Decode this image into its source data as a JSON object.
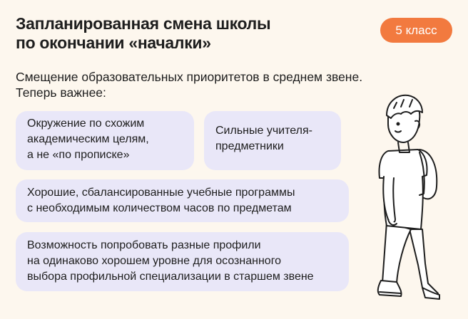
{
  "header": {
    "title_line1": "Запланированная смена школы",
    "title_line2": "по окончании «началки»",
    "badge": "5 класс"
  },
  "intro": {
    "line1": "Смещение образовательных приоритетов в среднем звене.",
    "line2": "Теперь важнее:"
  },
  "cards": [
    {
      "lines": [
        "Окружение по схожим",
        "академическим целям,",
        "а не «по прописке»"
      ]
    },
    {
      "lines": [
        "Сильные учителя-",
        "предметники"
      ]
    },
    {
      "lines": [
        "Хорошие, сбалансированные учебные программы",
        "с необходимым количеством часов по предметам"
      ]
    },
    {
      "lines": [
        "Возможность попробовать разные профили",
        "на одинаково хорошем уровне для осознанного",
        "выбора профильной специализации в старшем звене"
      ]
    }
  ],
  "colors": {
    "background": "#fdf7ee",
    "accent": "#f27a3f",
    "card": "#e9e7f8",
    "text": "#1e1e1e"
  }
}
